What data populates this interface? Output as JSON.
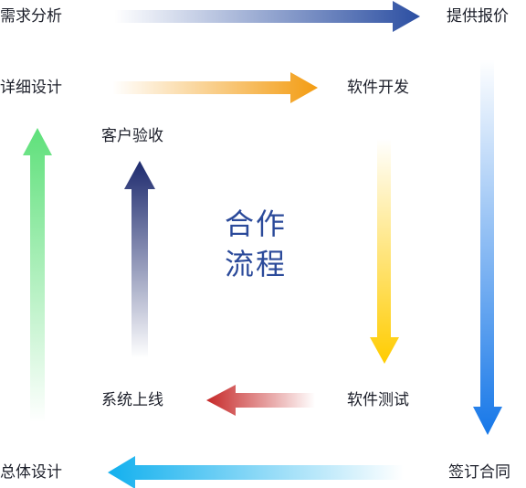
{
  "title": [
    "合作",
    "流程"
  ],
  "steps": {
    "xuqiu": "需求分析",
    "baojia": "提供报价",
    "xiangxi": "详细设计",
    "kaifa": "软件开发",
    "yanshou": "客户验收",
    "shangxian": "系统上线",
    "ceshi": "软件测试",
    "zongti": "总体设计",
    "qianding": "签订合同"
  },
  "arrow_colors": {
    "xuqiu_to_baojia": "#2c4fa2",
    "xiangxi_to_kaifa": "#f39c12",
    "baojia_to_qianding": "#1677e8",
    "kaifa_to_ceshi": "#ffcc00",
    "qianding_to_zongti": "#12b0ee",
    "ceshi_to_shangxian": "#c62828",
    "zongti_to_xiangxi": "#5ee07a",
    "shangxian_to_yanshou": "#1d2a6e"
  }
}
